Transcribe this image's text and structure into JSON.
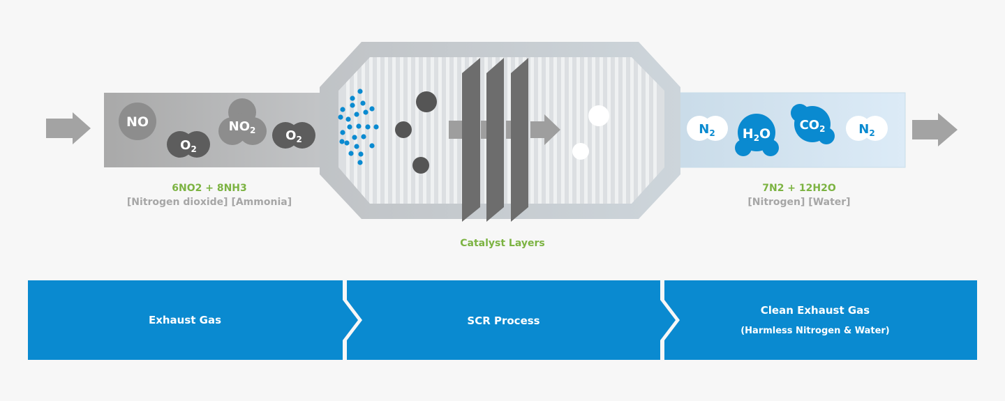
{
  "input": {
    "molecules": {
      "no": {
        "main": "NO",
        "sub": ""
      },
      "o2_a": {
        "main": "O",
        "sub": "2"
      },
      "no2": {
        "main": "NO",
        "sub": "2"
      },
      "o2_b": {
        "main": "O",
        "sub": "2"
      }
    },
    "formula": "6NO2 + 8NH3",
    "description": "[Nitrogen dioxide] [Ammonia]"
  },
  "catalyst": {
    "label": "Catalyst Layers"
  },
  "output": {
    "molecules": {
      "n2_a": {
        "main": "N",
        "sub": "2"
      },
      "h2o": {
        "main": "H",
        "sub": "2",
        "tail": "O"
      },
      "co2": {
        "main": "CO",
        "sub": "2"
      },
      "n2_b": {
        "main": "N",
        "sub": "2"
      }
    },
    "formula": "7N2 + 12H2O",
    "description": "[Nitrogen] [Water]"
  },
  "stages": [
    {
      "title": "Exhaust Gas",
      "subtitle": ""
    },
    {
      "title": "SCR Process",
      "subtitle": ""
    },
    {
      "title": "Clean Exhaust Gas",
      "subtitle": "(Harmless Nitrogen & Water)"
    }
  ],
  "colors": {
    "accent_blue": "#0a8ad0",
    "formula_green": "#7cb342",
    "gray_text": "#a6a6a6",
    "stage_blue": "#0a8ad0"
  }
}
